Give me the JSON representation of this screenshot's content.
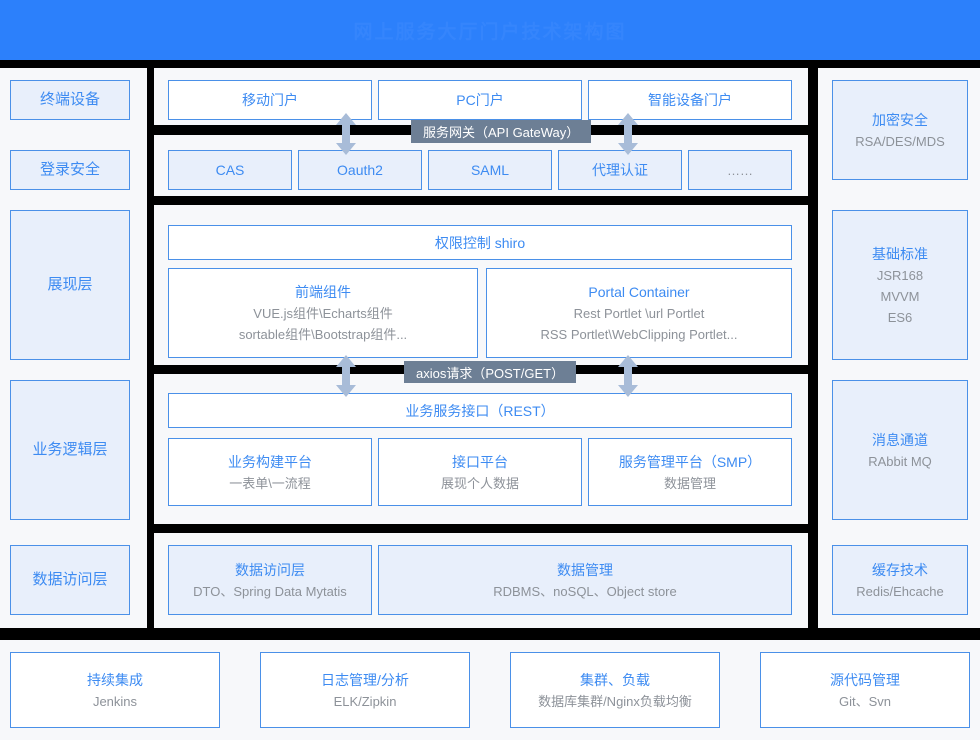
{
  "header": {
    "title": "网上服务大厅门户技术架构图",
    "bg_color": "#2c80fb",
    "title_color": "#3585fc"
  },
  "colors": {
    "accent_blue": "#3d8bf2",
    "border_blue": "#4a90e8",
    "box_fill": "#e8effb",
    "muted_text": "#8d9299",
    "badge_gray": "#6d7f95",
    "arrow_blue": "#a8bcd8",
    "frame_black": "#000000",
    "page_bg": "#f7f8fa"
  },
  "left_layers": [
    {
      "label": "终端设备"
    },
    {
      "label": "登录安全"
    },
    {
      "label": "展现层"
    },
    {
      "label": "业务逻辑层"
    },
    {
      "label": "数据访问层"
    }
  ],
  "right_layers": [
    {
      "title": "加密安全",
      "sub": "RSA/DES/MDS"
    },
    {
      "title": "基础标准",
      "sub": "JSR168\nMVVM\nES6",
      "sub_lines": [
        "JSR168",
        "MVVM",
        "ES6"
      ]
    },
    {
      "title": "消息通道",
      "sub": "RAbbit MQ"
    },
    {
      "title": "缓存技术",
      "sub": "Redis/Ehcache"
    }
  ],
  "portals": [
    {
      "label": "移动门户"
    },
    {
      "label": "PC门户"
    },
    {
      "label": "智能设备门户"
    }
  ],
  "auth": [
    {
      "label": "CAS"
    },
    {
      "label": "Oauth2"
    },
    {
      "label": "SAML"
    },
    {
      "label": "代理认证"
    },
    {
      "label": "……"
    }
  ],
  "presentation": {
    "shiro": "权限控制  shiro",
    "left": {
      "title": "前端组件",
      "line1": "VUE.js组件\\Echarts组件",
      "line2": "sortable组件\\Bootstrap组件..."
    },
    "right": {
      "title": "Portal Container",
      "line1": "Rest Portlet \\url Portlet",
      "line2": "RSS Portlet\\WebClipping Portlet..."
    }
  },
  "business": {
    "rest": "业务服务接口（REST）",
    "items": [
      {
        "title": "业务构建平台",
        "sub": "一表单\\一流程"
      },
      {
        "title": "接口平台",
        "sub": "展现个人数据"
      },
      {
        "title": "服务管理平台（SMP）",
        "sub": "数据管理"
      }
    ]
  },
  "data_layer": {
    "items": [
      {
        "title": "数据访问层",
        "sub": "DTO、Spring Data Mytatis"
      },
      {
        "title": "数据管理",
        "sub": "RDBMS、noSQL、Object store"
      }
    ]
  },
  "bottom": [
    {
      "title": "持续集成",
      "sub": "Jenkins"
    },
    {
      "title": "日志管理/分析",
      "sub": "ELK/Zipkin"
    },
    {
      "title": "集群、负载",
      "sub": "数据库集群/Nginx负载均衡"
    },
    {
      "title": "源代码管理",
      "sub": "Git、Svn"
    }
  ],
  "badges": {
    "gateway": "服务网关（API GateWay）",
    "axios": "axios请求（POST/GET）"
  },
  "icons": {
    "arrow": "double-arrow-vertical-icon"
  }
}
